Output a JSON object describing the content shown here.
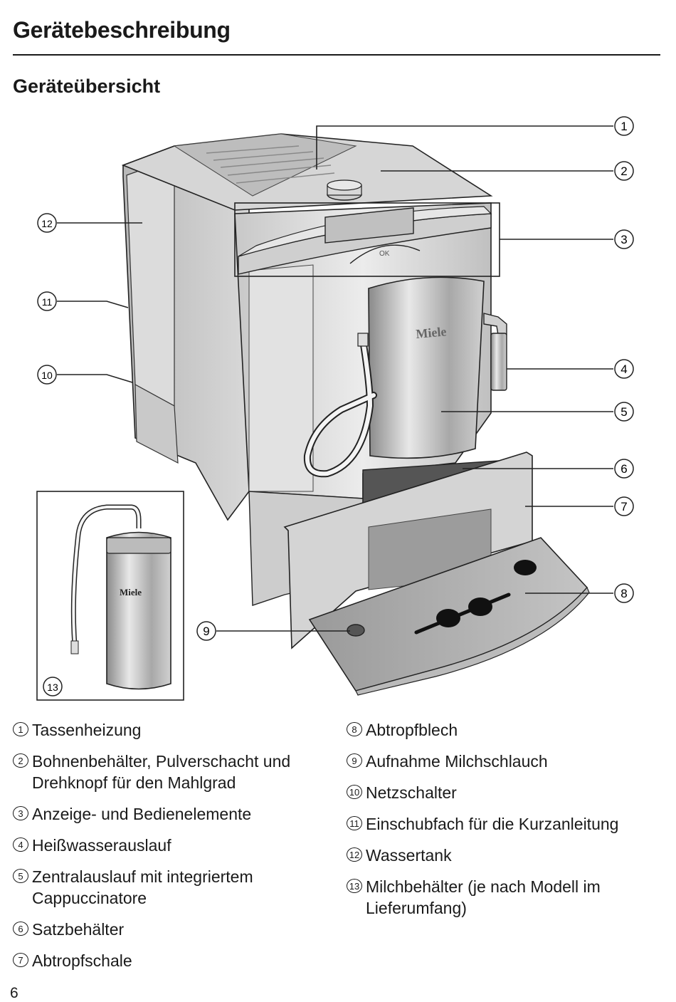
{
  "page": {
    "title": "Gerätebeschreibung",
    "subtitle": "Geräteübersicht",
    "page_number": "6"
  },
  "figure": {
    "brand_machine": "Miele",
    "brand_container": "Miele",
    "ok_label": "OK",
    "callouts": [
      "1",
      "2",
      "3",
      "4",
      "5",
      "6",
      "7",
      "8",
      "9",
      "10",
      "11",
      "12",
      "13"
    ]
  },
  "legend": {
    "left": [
      {
        "num": "1",
        "text": "Tassenheizung"
      },
      {
        "num": "2",
        "text": "Bohnenbehälter, Pulverschacht und Drehknopf für den Mahlgrad"
      },
      {
        "num": "3",
        "text": "Anzeige- und Bedienelemente"
      },
      {
        "num": "4",
        "text": "Heißwasserauslauf"
      },
      {
        "num": "5",
        "text": "Zentralauslauf mit integriertem Cappuccinatore"
      },
      {
        "num": "6",
        "text": "Satzbehälter"
      },
      {
        "num": "7",
        "text": "Abtropfschale"
      }
    ],
    "right": [
      {
        "num": "8",
        "text": "Abtropfblech"
      },
      {
        "num": "9",
        "text": "Aufnahme Milchschlauch"
      },
      {
        "num": "10",
        "text": "Netzschalter"
      },
      {
        "num": "11",
        "text": "Einschubfach für die Kurzanleitung"
      },
      {
        "num": "12",
        "text": "Wassertank"
      },
      {
        "num": "13",
        "text": "Milchbehälter (je nach Modell im Lieferumfang)"
      }
    ]
  }
}
